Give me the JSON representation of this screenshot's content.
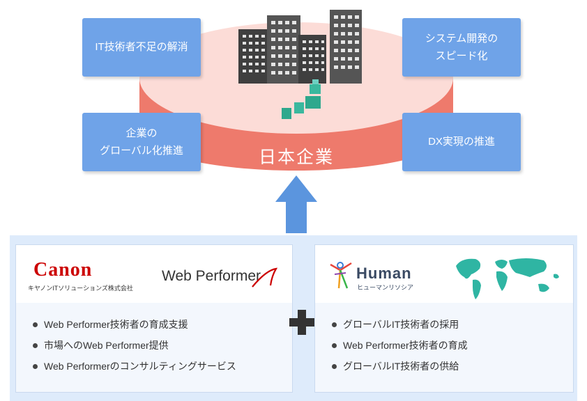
{
  "central": {
    "label": "日本企業"
  },
  "benefits": {
    "top_left": "IT技術者不足の解消",
    "top_right": "システム開発の\nスピード化",
    "bottom_left": "企業の\nグローバル化推進",
    "bottom_right": "DX実現の推進"
  },
  "left_card": {
    "canon_logo": "Canon",
    "canon_subtitle": "キヤノンITソリューションズ株式会社",
    "wp_logo": "Web Performer",
    "items": [
      "Web Performer技術者の育成支援",
      "市場へのWeb Performer提供",
      "Web Performerのコンサルティングサービス"
    ]
  },
  "right_card": {
    "human_logo": "Human",
    "human_subtitle": "ヒューマンリソシア",
    "items": [
      "グローバルIT技術者の採用",
      "Web Performer技術者の育成",
      "グローバルIT技術者の供給"
    ]
  },
  "colors": {
    "box": "#6fa3e8",
    "disc_top": "#fcdcd7",
    "disc_side": "#ee7a6c",
    "arrow": "#5b95de",
    "panel": "#deebfb",
    "canon_red": "#cc0000"
  }
}
